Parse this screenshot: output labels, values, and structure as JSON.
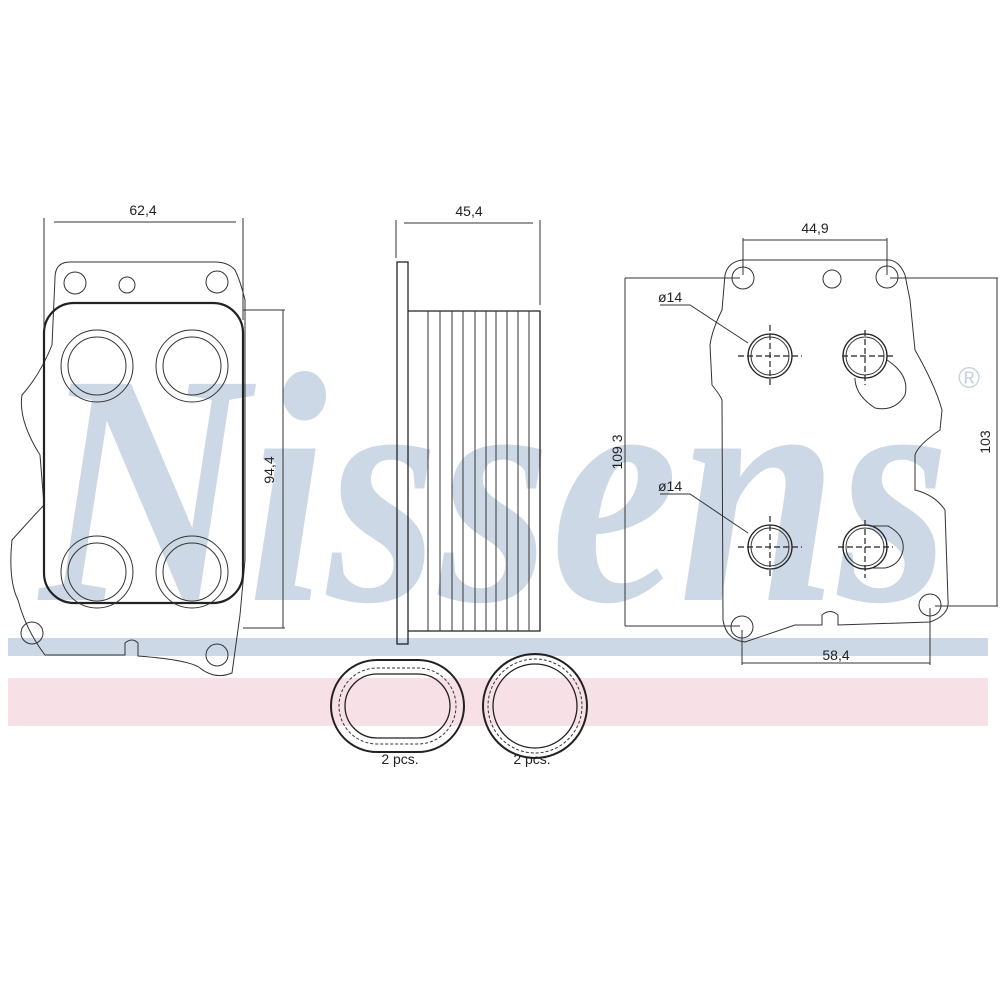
{
  "watermark": {
    "brand": "Nissens",
    "registered": "®",
    "band_top_color": "#cdd8e6",
    "band_bottom_color": "#f5dde2"
  },
  "dimensions": {
    "front_width": "62,4",
    "front_height": "94,4",
    "side_depth": "45,4",
    "top_hole_spacing": "44,9",
    "bottom_hole_spacing": "58,4",
    "overall_height": "109 3",
    "hole_height": "103",
    "port_diameter_upper": "ø14",
    "port_diameter_lower": "ø14"
  },
  "gaskets": [
    {
      "shape": "oval",
      "quantity": "2  pcs."
    },
    {
      "shape": "round",
      "quantity": "2  pcs."
    }
  ]
}
